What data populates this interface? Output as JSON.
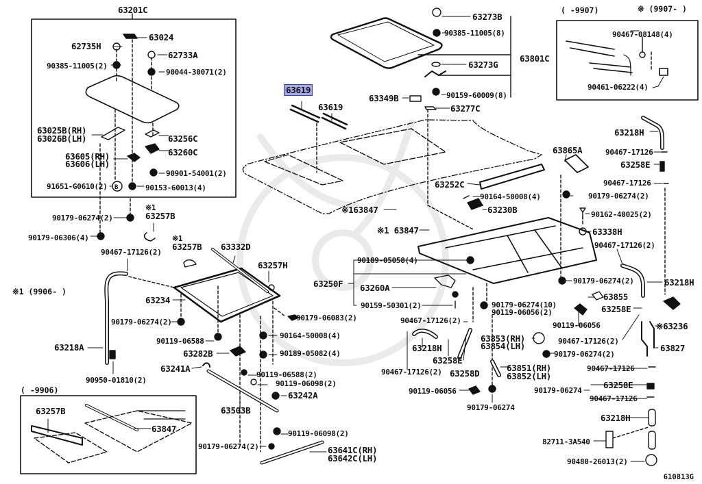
{
  "diagram": {
    "diagram_code": "610813G",
    "highlighted_part": "63619",
    "notes": {
      "inset_top_right_before": "(    -9907)",
      "inset_top_right_after": "※ (9907-    )",
      "mark1_range": "※1 (9906-    )",
      "inset_bottom_left": "(    -9906)"
    },
    "labels": {
      "p63201C": "63201C",
      "p63024": "63024",
      "p62735H": "62735H",
      "p62733A": "62733A",
      "p90385_11005_2": "90385-11005(2)",
      "p90044_30071_2": "90044-30071(2)",
      "p63025B": "63025B(RH)",
      "p63026B": "63026B(LH)",
      "p63256C": "63256C",
      "p63260C": "63260C",
      "p63605": "63605(RH)",
      "p63606": "63606(LH)",
      "p90901_54001_2": "90901-54001(2)",
      "p91651_G0610_2": "91651-G0610(2)",
      "p90153_60013_4": "90153-60013(4)",
      "p90179_06274_2_a": "90179-06274(2)",
      "p90179_06306_4": "90179-06306(4)",
      "p63257B_a_mark": "※1",
      "p63257B_a": "63257B",
      "p63257B_b_mark": "※1",
      "p63257B_b": "63257B",
      "p90467_17126_2_a": "90467-17126(2)",
      "p63332D": "63332D",
      "p63257H": "63257H",
      "p63234": "63234",
      "p90179_06274_2_b": "90179-06274(2)",
      "p90179_06083_2": "90179-06083(2)",
      "p90119_06588": "90119-06588",
      "p90164_50008_4_a": "90164-50008(4)",
      "p90189_05082_4": "90189-05082(4)",
      "p63282B": "63282B",
      "p63218A": "63218A",
      "p90950_01810_2": "90950-01810(2)",
      "p63241A": "63241A",
      "p90119_06588_2": "90119-06588(2)",
      "p90119_06098_2_a": "90119-06098(2)",
      "p63242A": "63242A",
      "p63503B": "63503B",
      "p90119_06098_2_b": "90119-06098(2)",
      "p90179_06274_2_c": "90179-06274(2)",
      "p63641C": "63641C(RH)",
      "p63642C": "63642C(LH)",
      "p63257B_c": "63257B",
      "p63847_c": "63847",
      "p63619_hl": "63619",
      "p63619": "63619",
      "p63273B": "63273B",
      "p90385_11005_8": "90385-11005(8)",
      "p63801C": "63801C",
      "p63273G": "63273G",
      "p63349B": "63349B",
      "p90159_60009_8": "90159-60009(8)",
      "p63277C": "63277C",
      "p90467_08148_4": "90467-08148(4)",
      "p90461_06222_4": "90461-06222(4)",
      "p63218H_a": "63218H",
      "p90467_17126_b": "90467-17126",
      "p63258E_a": "63258E",
      "p90467_17126_c": "90467-17126",
      "p63865A": "63865A",
      "p90179_06274_2_d": "90179-06274(2)",
      "p90162_40025_2": "90162-40025(2)",
      "p63338H": "63338H",
      "p90467_17126_2_d": "90467-17126(2)",
      "p63218H_b": "63218H",
      "p90179_06274_2_e": "90179-06274(2)",
      "p63855": "63855",
      "p63258E_b": "63258E",
      "p63236": "※63236",
      "p90119_06056_a": "90119-06056",
      "p90467_17126_2_e": "90467-17126(2)",
      "p63827": "63827",
      "p90179_06274_2_f": "90179-06274(2)",
      "p90467_17126_f": "90467-17126",
      "p63258E_c": "63258E",
      "p90179_06274_g": "90179-06274",
      "p90467_17126_g": "90467-17126",
      "p63218H_c": "63218H",
      "p82711_3A540": "82711-3A540",
      "p90480_26013_2": "90480-26013(2)",
      "p63252C": "63252C",
      "p90164_50008_4_b": "90164-50008(4)",
      "p63230B": "63230B",
      "p163847_a": "※163847",
      "p163847_b": "※1 63847",
      "p90189_05058_4": "90189-05058(4)",
      "p63250F": "63250F",
      "p63260A": "63260A",
      "p90159_50301_2": "90159-50301(2)",
      "p90179_06274_10": "90179-06274(10)",
      "p90119_06056_2": "90119-06056(2)",
      "p90467_17126_2_h": "90467-17126(2)",
      "p63218H_d": "63218H",
      "p63258E_d": "63258E",
      "p63258D": "63258D",
      "p90467_17126_2_i": "90467-17126(2)",
      "p63853": "63853(RH)",
      "p63854": "63854(LH)",
      "p63851": "63851(RH)",
      "p63852": "63852(LH)",
      "p90119_06056_b": "90119-06056",
      "p90179_06274_h": "90179-06274"
    }
  }
}
